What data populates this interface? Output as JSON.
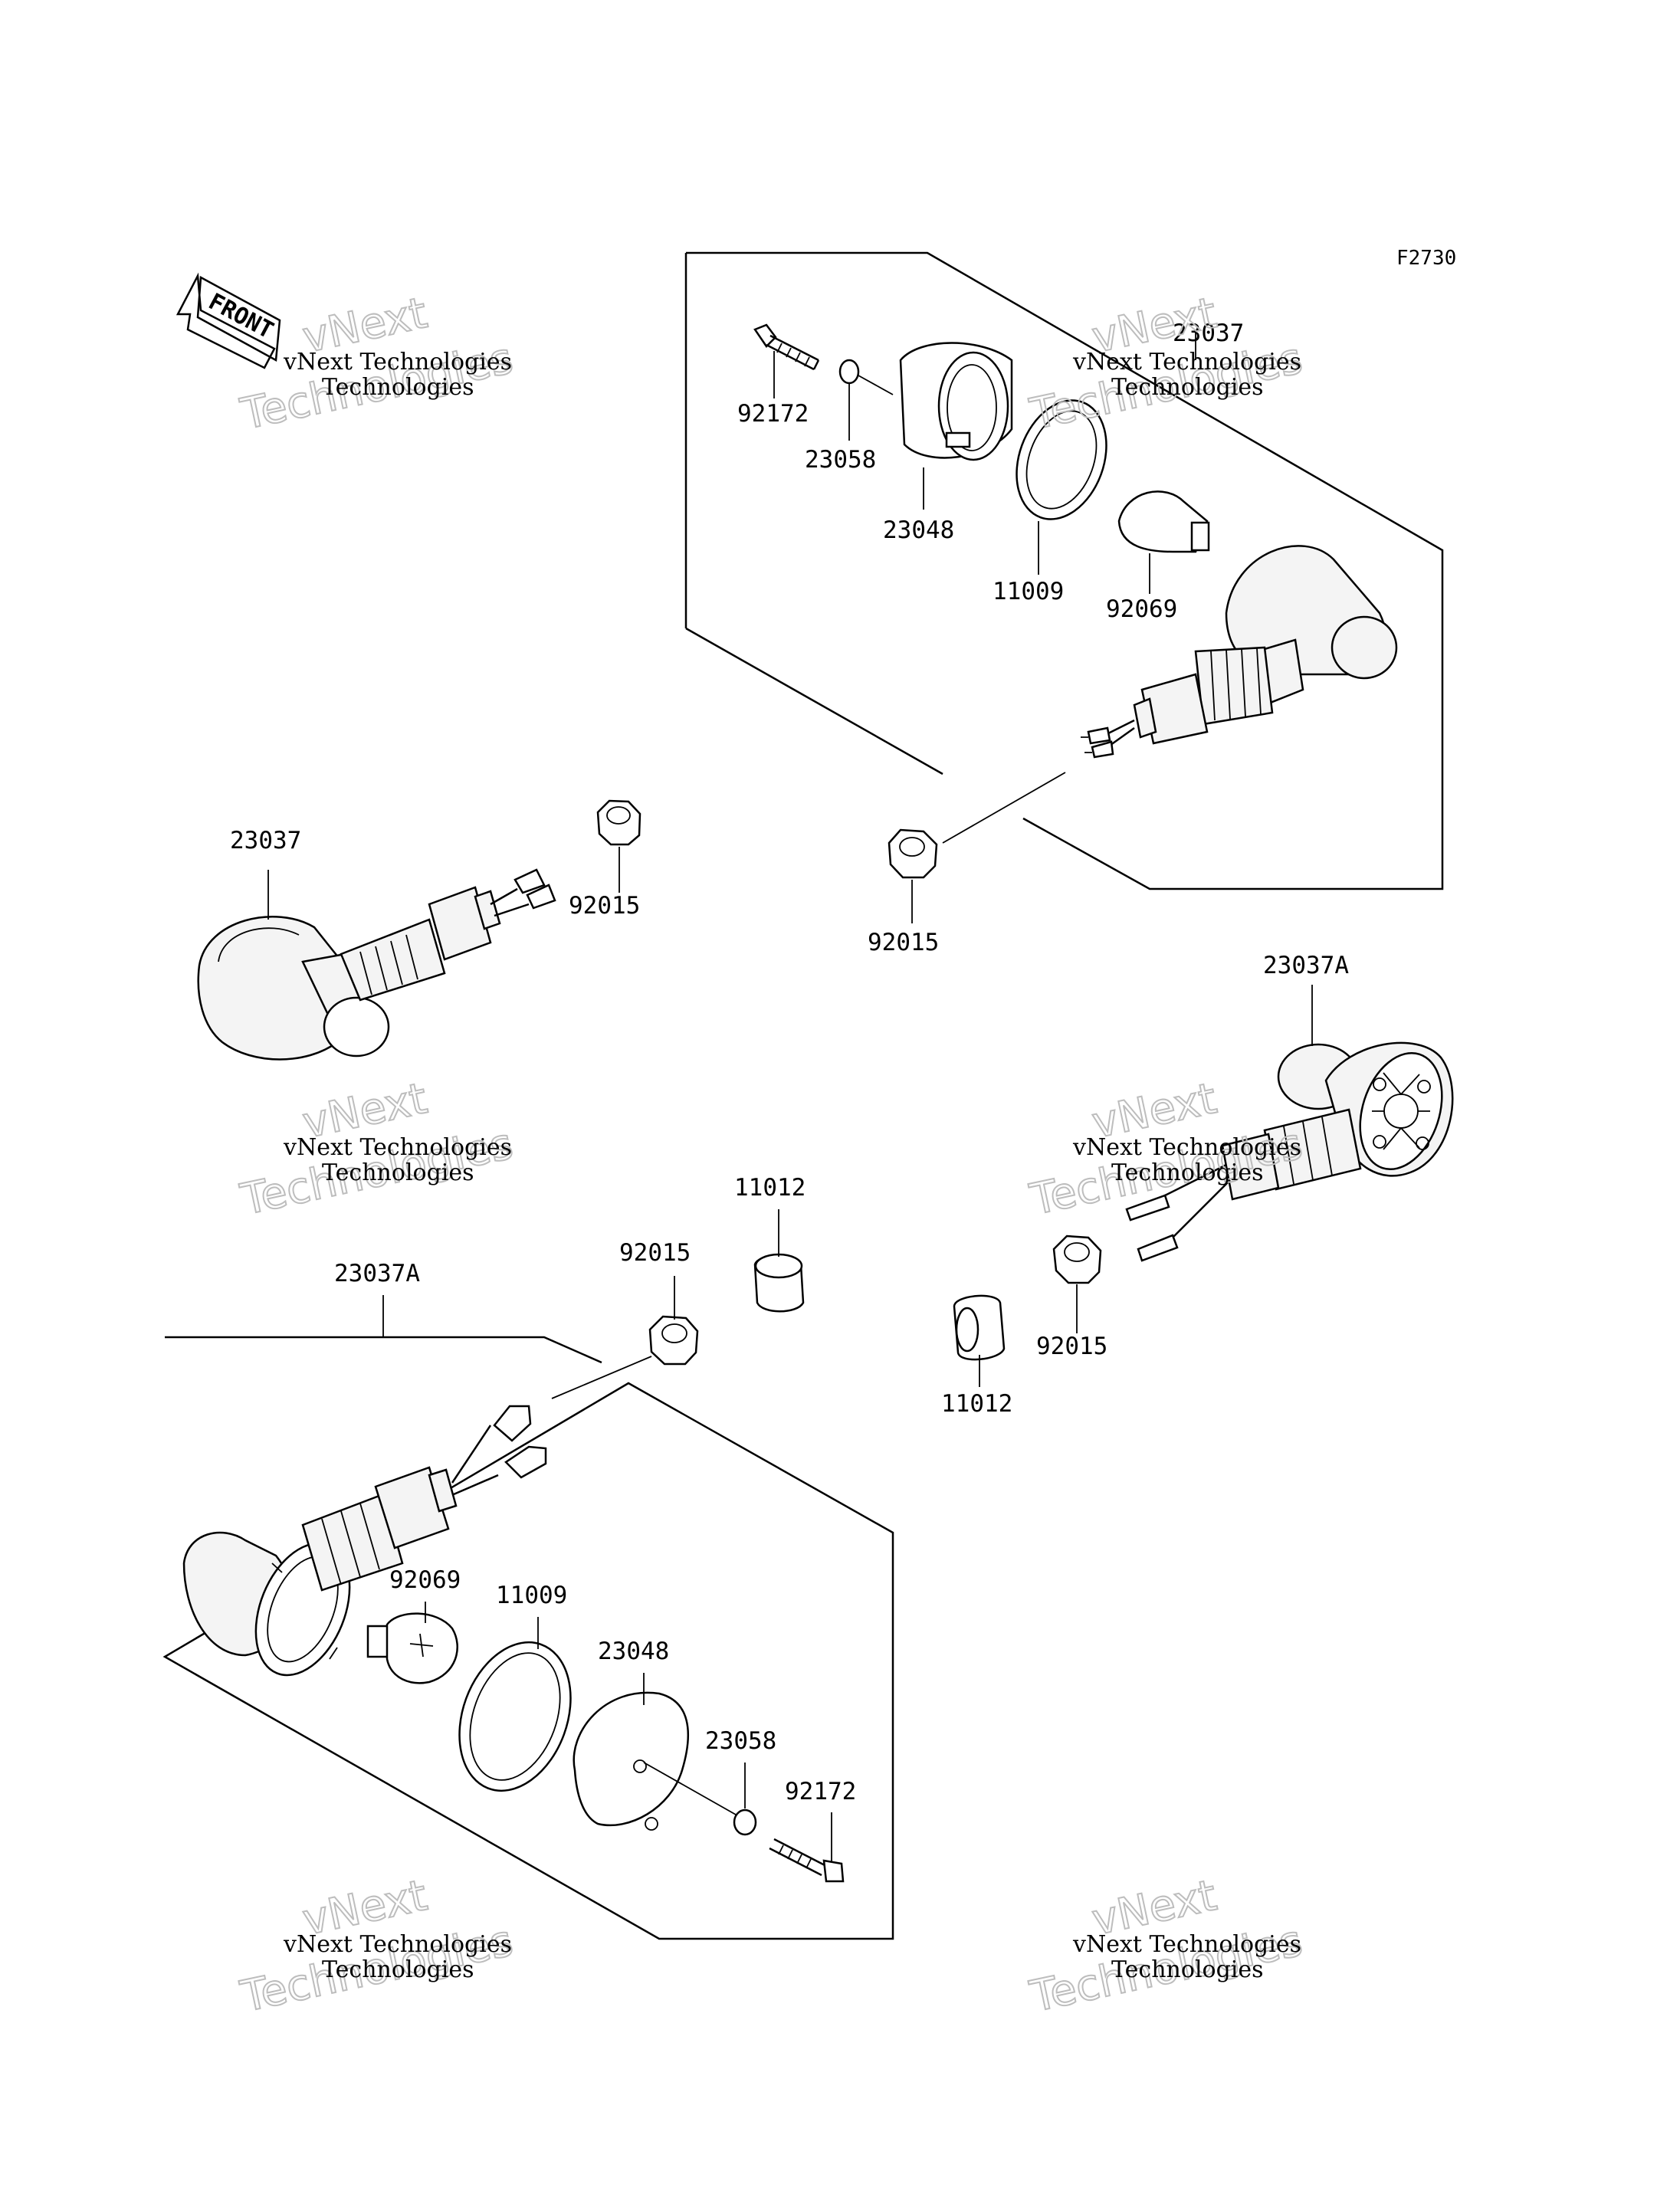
{
  "figure_code": "F2730",
  "front_label": "FRONT",
  "watermark": {
    "line1": "vNext Technologies",
    "line2": "vNext",
    "line3": "Technologies"
  },
  "labels": {
    "top_23037": "23037",
    "top_92172": "92172",
    "top_23058": "23058",
    "top_23048": "23048",
    "top_11009": "11009",
    "top_92069": "92069",
    "top_92015": "92015",
    "left_23037": "23037",
    "left_92015": "92015",
    "right_23037A": "23037A",
    "right_92015": "92015",
    "right_11012": "11012",
    "mid_11012": "11012",
    "mid_92015": "92015",
    "bot_23037A": "23037A",
    "bot_92069": "92069",
    "bot_11009": "11009",
    "bot_23048": "23048",
    "bot_23058": "23058",
    "bot_92172": "92172"
  }
}
